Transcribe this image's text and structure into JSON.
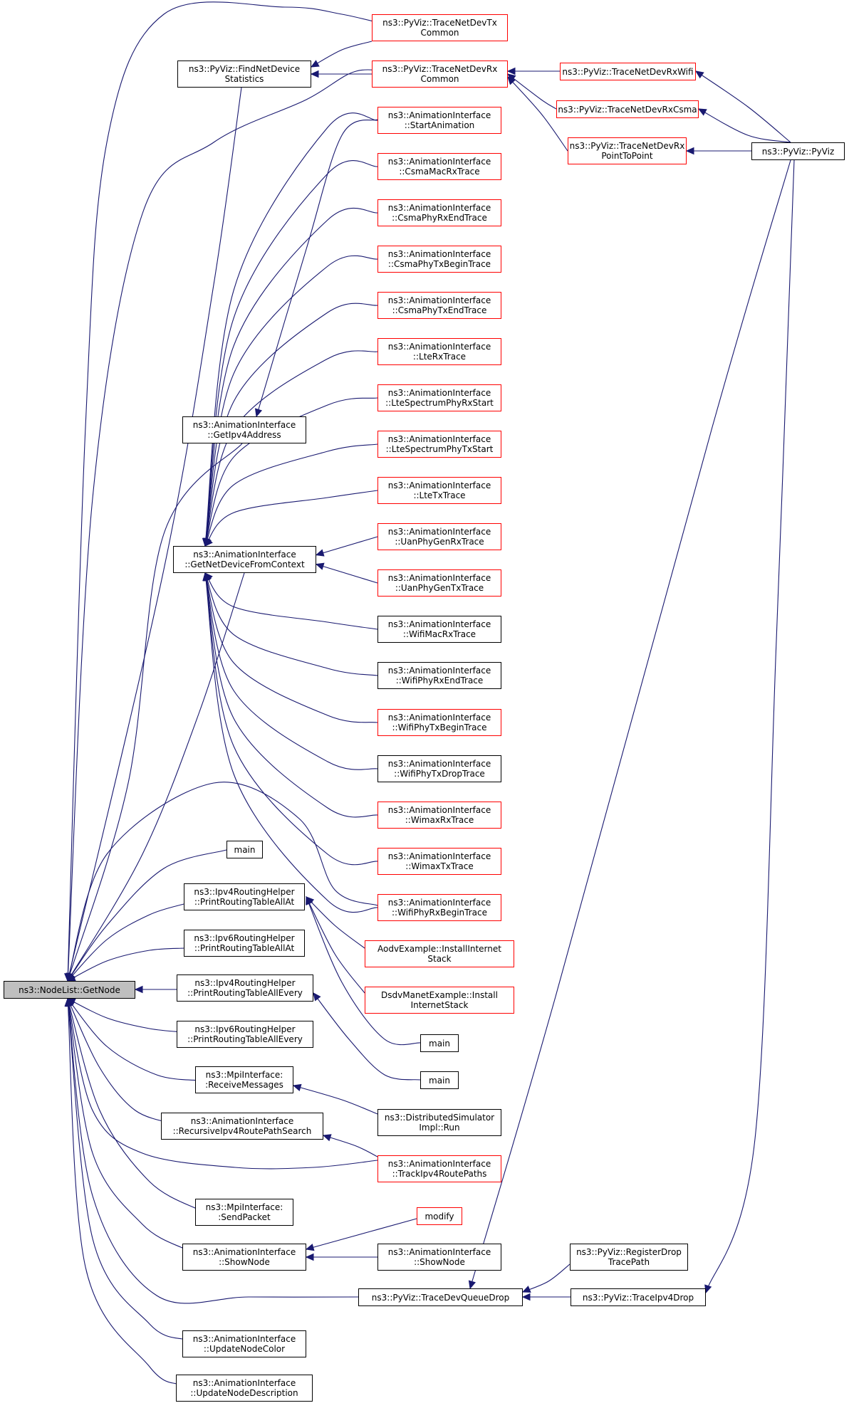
{
  "graph": {
    "colors": {
      "edge": "#191970",
      "border": "#000000",
      "border_incomplete": "#ff0000",
      "focus_fill": "#bfbfbf"
    },
    "nodes": [
      {
        "id": "getnode",
        "lines": [
          "ns3::NodeList::GetNode"
        ],
        "style": "focus"
      },
      {
        "id": "findnetdev",
        "lines": [
          "ns3::PyViz::FindNetDevice",
          "Statistics"
        ],
        "style": "black"
      },
      {
        "id": "getipv4addr",
        "lines": [
          "ns3::AnimationInterface",
          "::GetIpv4Address"
        ],
        "style": "black"
      },
      {
        "id": "getnetdevctx",
        "lines": [
          "ns3::AnimationInterface",
          "::GetNetDeviceFromContext"
        ],
        "style": "black"
      },
      {
        "id": "main1",
        "lines": [
          "main"
        ],
        "style": "black"
      },
      {
        "id": "ipv4print",
        "lines": [
          "ns3::Ipv4RoutingHelper",
          "::PrintRoutingTableAllAt"
        ],
        "style": "black"
      },
      {
        "id": "ipv6print",
        "lines": [
          "ns3::Ipv6RoutingHelper",
          "::PrintRoutingTableAllAt"
        ],
        "style": "black"
      },
      {
        "id": "ipv4every",
        "lines": [
          "ns3::Ipv4RoutingHelper",
          "::PrintRoutingTableAllEvery"
        ],
        "style": "black"
      },
      {
        "id": "ipv6every",
        "lines": [
          "ns3::Ipv6RoutingHelper",
          "::PrintRoutingTableAllEvery"
        ],
        "style": "black"
      },
      {
        "id": "mpirecv",
        "lines": [
          "ns3::MpiInterface:",
          ":ReceiveMessages"
        ],
        "style": "black"
      },
      {
        "id": "recursive",
        "lines": [
          "ns3::AnimationInterface",
          "::RecursiveIpv4RoutePathSearch"
        ],
        "style": "black"
      },
      {
        "id": "mpisend",
        "lines": [
          "ns3::MpiInterface:",
          ":SendPacket"
        ],
        "style": "black"
      },
      {
        "id": "shownode1",
        "lines": [
          "ns3::AnimationInterface",
          "::ShowNode"
        ],
        "style": "black"
      },
      {
        "id": "tracedevqdrop",
        "lines": [
          "ns3::PyViz::TraceDevQueueDrop"
        ],
        "style": "black"
      },
      {
        "id": "updcolor",
        "lines": [
          "ns3::AnimationInterface",
          "::UpdateNodeColor"
        ],
        "style": "black"
      },
      {
        "id": "upddesc",
        "lines": [
          "ns3::AnimationInterface",
          "::UpdateNodeDescription"
        ],
        "style": "black"
      },
      {
        "id": "txcommon",
        "lines": [
          "ns3::PyViz::TraceNetDevTx",
          "Common"
        ],
        "style": "red"
      },
      {
        "id": "rxcommon",
        "lines": [
          "ns3::PyViz::TraceNetDevRx",
          "Common"
        ],
        "style": "red"
      },
      {
        "id": "startanim",
        "lines": [
          "ns3::AnimationInterface",
          "::StartAnimation"
        ],
        "style": "red"
      },
      {
        "id": "csmamacrx",
        "lines": [
          "ns3::AnimationInterface",
          "::CsmaMacRxTrace"
        ],
        "style": "red"
      },
      {
        "id": "csmaphyrxend",
        "lines": [
          "ns3::AnimationInterface",
          "::CsmaPhyRxEndTrace"
        ],
        "style": "red"
      },
      {
        "id": "csmaphytxbegin",
        "lines": [
          "ns3::AnimationInterface",
          "::CsmaPhyTxBeginTrace"
        ],
        "style": "red"
      },
      {
        "id": "csmaphytxend",
        "lines": [
          "ns3::AnimationInterface",
          "::CsmaPhyTxEndTrace"
        ],
        "style": "red"
      },
      {
        "id": "lterx",
        "lines": [
          "ns3::AnimationInterface",
          "::LteRxTrace"
        ],
        "style": "red"
      },
      {
        "id": "ltespecrx",
        "lines": [
          "ns3::AnimationInterface",
          "::LteSpectrumPhyRxStart"
        ],
        "style": "red"
      },
      {
        "id": "ltespectx",
        "lines": [
          "ns3::AnimationInterface",
          "::LteSpectrumPhyTxStart"
        ],
        "style": "red"
      },
      {
        "id": "ltetx",
        "lines": [
          "ns3::AnimationInterface",
          "::LteTxTrace"
        ],
        "style": "red"
      },
      {
        "id": "uanrx",
        "lines": [
          "ns3::AnimationInterface",
          "::UanPhyGenRxTrace"
        ],
        "style": "red"
      },
      {
        "id": "uantx",
        "lines": [
          "ns3::AnimationInterface",
          "::UanPhyGenTxTrace"
        ],
        "style": "red"
      },
      {
        "id": "wifimacrx",
        "lines": [
          "ns3::AnimationInterface",
          "::WifiMacRxTrace"
        ],
        "style": "black"
      },
      {
        "id": "wifiphyrxend",
        "lines": [
          "ns3::AnimationInterface",
          "::WifiPhyRxEndTrace"
        ],
        "style": "black"
      },
      {
        "id": "wifiphytxbegin",
        "lines": [
          "ns3::AnimationInterface",
          "::WifiPhyTxBeginTrace"
        ],
        "style": "red"
      },
      {
        "id": "wifiphytxdrop",
        "lines": [
          "ns3::AnimationInterface",
          "::WifiPhyTxDropTrace"
        ],
        "style": "black"
      },
      {
        "id": "wimaxrx",
        "lines": [
          "ns3::AnimationInterface",
          "::WimaxRxTrace"
        ],
        "style": "red"
      },
      {
        "id": "wimaxtx",
        "lines": [
          "ns3::AnimationInterface",
          "::WimaxTxTrace"
        ],
        "style": "red"
      },
      {
        "id": "wifiphyrxbegin",
        "lines": [
          "ns3::AnimationInterface",
          "::WifiPhyRxBeginTrace"
        ],
        "style": "red"
      },
      {
        "id": "aodv",
        "lines": [
          "AodvExample::InstallInternet",
          "Stack"
        ],
        "style": "red"
      },
      {
        "id": "dsdv",
        "lines": [
          "DsdvManetExample::Install",
          "InternetStack"
        ],
        "style": "red"
      },
      {
        "id": "main2",
        "lines": [
          "main"
        ],
        "style": "black"
      },
      {
        "id": "main3",
        "lines": [
          "main"
        ],
        "style": "black"
      },
      {
        "id": "distsim",
        "lines": [
          "ns3::DistributedSimulator",
          "Impl::Run"
        ],
        "style": "black"
      },
      {
        "id": "trackipv4",
        "lines": [
          "ns3::AnimationInterface",
          "::TrackIpv4RoutePaths"
        ],
        "style": "red"
      },
      {
        "id": "modify",
        "lines": [
          "modify"
        ],
        "style": "red"
      },
      {
        "id": "shownode2",
        "lines": [
          "ns3::AnimationInterface",
          "::ShowNode"
        ],
        "style": "black"
      },
      {
        "id": "rxwifi",
        "lines": [
          "ns3::PyViz::TraceNetDevRxWifi"
        ],
        "style": "red"
      },
      {
        "id": "rxcsma",
        "lines": [
          "ns3::PyViz::TraceNetDevRxCsma"
        ],
        "style": "red"
      },
      {
        "id": "rxp2p",
        "lines": [
          "ns3::PyViz::TraceNetDevRx",
          "PointToPoint"
        ],
        "style": "red"
      },
      {
        "id": "regdrop",
        "lines": [
          "ns3::PyViz::RegisterDrop",
          "TracePath"
        ],
        "style": "black"
      },
      {
        "id": "traceipv4drop",
        "lines": [
          "ns3::PyViz::TraceIpv4Drop"
        ],
        "style": "black"
      },
      {
        "id": "pyviz",
        "lines": [
          "ns3::PyViz::PyViz"
        ],
        "style": "black"
      }
    ],
    "edges": [
      [
        "getnode",
        "findnetdev"
      ],
      [
        "getnode",
        "txcommon"
      ],
      [
        "getnode",
        "rxcommon"
      ],
      [
        "getnode",
        "getipv4addr"
      ],
      [
        "getnode",
        "getnetdevctx"
      ],
      [
        "getnode",
        "main1"
      ],
      [
        "getnode",
        "ipv4print"
      ],
      [
        "getnode",
        "ipv6print"
      ],
      [
        "getnode",
        "ipv4every"
      ],
      [
        "getnode",
        "ipv6every"
      ],
      [
        "getnode",
        "mpirecv"
      ],
      [
        "getnode",
        "recursive"
      ],
      [
        "getnode",
        "trackipv4"
      ],
      [
        "getnode",
        "mpisend"
      ],
      [
        "getnode",
        "shownode1"
      ],
      [
        "getnode",
        "tracedevqdrop"
      ],
      [
        "getnode",
        "updcolor"
      ],
      [
        "getnode",
        "upddesc"
      ],
      [
        "getnode",
        "wifiphyrxbegin"
      ],
      [
        "findnetdev",
        "txcommon"
      ],
      [
        "findnetdev",
        "rxcommon"
      ],
      [
        "rxcommon",
        "rxwifi"
      ],
      [
        "rxcommon",
        "rxcsma"
      ],
      [
        "rxcommon",
        "rxp2p"
      ],
      [
        "rxwifi",
        "pyviz"
      ],
      [
        "rxcsma",
        "pyviz"
      ],
      [
        "rxp2p",
        "pyviz"
      ],
      [
        "getipv4addr",
        "startanim"
      ],
      [
        "getnetdevctx",
        "startanim"
      ],
      [
        "getnetdevctx",
        "csmamacrx"
      ],
      [
        "getnetdevctx",
        "csmaphyrxend"
      ],
      [
        "getnetdevctx",
        "csmaphytxbegin"
      ],
      [
        "getnetdevctx",
        "csmaphytxend"
      ],
      [
        "getnetdevctx",
        "lterx"
      ],
      [
        "getnetdevctx",
        "ltespecrx"
      ],
      [
        "getnetdevctx",
        "ltespectx"
      ],
      [
        "getnetdevctx",
        "ltetx"
      ],
      [
        "getnetdevctx",
        "uanrx"
      ],
      [
        "getnetdevctx",
        "uantx"
      ],
      [
        "getnetdevctx",
        "wifimacrx"
      ],
      [
        "getnetdevctx",
        "wifiphyrxend"
      ],
      [
        "getnetdevctx",
        "wifiphytxbegin"
      ],
      [
        "getnetdevctx",
        "wifiphytxdrop"
      ],
      [
        "getnetdevctx",
        "wimaxrx"
      ],
      [
        "getnetdevctx",
        "wimaxtx"
      ],
      [
        "getnetdevctx",
        "wifiphyrxbegin"
      ],
      [
        "ipv4print",
        "aodv"
      ],
      [
        "ipv4print",
        "dsdv"
      ],
      [
        "ipv4print",
        "main2"
      ],
      [
        "ipv4every",
        "main3"
      ],
      [
        "mpirecv",
        "distsim"
      ],
      [
        "recursive",
        "trackipv4"
      ],
      [
        "shownode1",
        "modify"
      ],
      [
        "shownode1",
        "shownode2"
      ],
      [
        "tracedevqdrop",
        "regdrop"
      ],
      [
        "tracedevqdrop",
        "traceipv4drop"
      ],
      [
        "tracedevqdrop",
        "pyviz"
      ],
      [
        "traceipv4drop",
        "pyviz"
      ]
    ]
  }
}
